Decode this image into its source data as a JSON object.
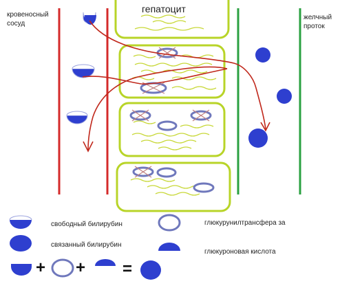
{
  "labels": {
    "vessel": "кровеносный сосуд",
    "duct": "желчный проток",
    "hepatocyte": "гепатоцит"
  },
  "legend": {
    "free_bilirubin": "свободный билирубин",
    "bound_bilirubin": "связанный билирубин",
    "transferase": "глюкурунилтрансфера за",
    "glucuronic_acid": "глюкуроновая кислота"
  },
  "equation": {
    "plus": "+",
    "equals": "="
  },
  "colors": {
    "vessel_line": "#d42a2a",
    "duct_line": "#2aa040",
    "cell_border": "#b8d428",
    "fibers": "#c8d838",
    "blue_fill": "#2e3fcf",
    "ring": "#6f78bc",
    "ring_cross": "#c08080",
    "arrow": "#c0281c"
  }
}
